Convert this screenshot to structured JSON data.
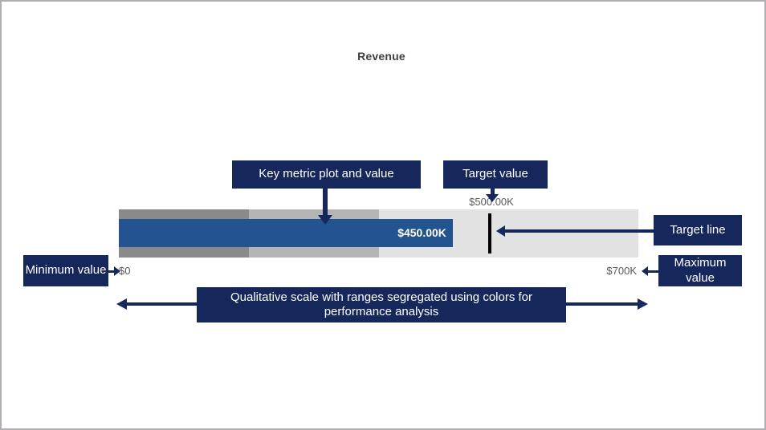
{
  "title": "Revenue",
  "chart_data": {
    "type": "bullet",
    "title": "Revenue",
    "min": 0,
    "max": 700000,
    "value": 450000,
    "target": 500000,
    "value_label": "$450.00K",
    "target_label": "$500.00K",
    "min_label": "$0",
    "max_label": "$700K",
    "bar_color": "#23548f",
    "target_line_color": "#000000",
    "qualitative_ranges": [
      {
        "from": 0,
        "to": 175000,
        "color": "#8a8a8a"
      },
      {
        "from": 175000,
        "to": 350000,
        "color": "#b4b4b4"
      },
      {
        "from": 350000,
        "to": 700000,
        "color": "#e2e2e2"
      }
    ]
  },
  "annotations": {
    "key_metric": "Key metric plot and value",
    "target_value": "Target value",
    "target_line": "Target line",
    "minimum_value": "Minimum value",
    "maximum_value": "Maximum value",
    "qualitative_scale": "Qualitative scale with ranges segregated using colors for performance analysis"
  },
  "colors": {
    "annotation_bg": "#16275c",
    "annotation_text": "#ffffff"
  }
}
